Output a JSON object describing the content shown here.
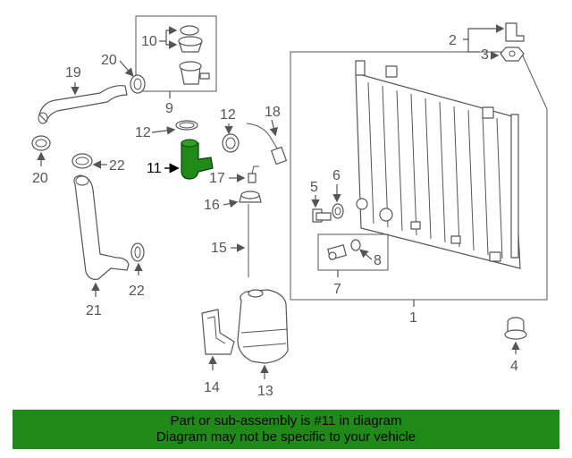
{
  "callouts": {
    "c1": "1",
    "c2": "2",
    "c3": "3",
    "c4": "4",
    "c5": "5",
    "c6": "6",
    "c7": "7",
    "c8": "8",
    "c9": "9",
    "c10": "10",
    "c11": "11",
    "c12a": "12",
    "c12b": "12",
    "c13": "13",
    "c14": "14",
    "c15": "15",
    "c16": "16",
    "c17": "17",
    "c18": "18",
    "c19": "19",
    "c20a": "20",
    "c20b": "20",
    "c21": "21",
    "c22a": "22",
    "c22b": "22"
  },
  "highlight_color": "#1f8a18",
  "banner": {
    "line1": "Part or sub-assembly is #11 in diagram",
    "line2": "Diagram may not be specific to your vehicle"
  }
}
